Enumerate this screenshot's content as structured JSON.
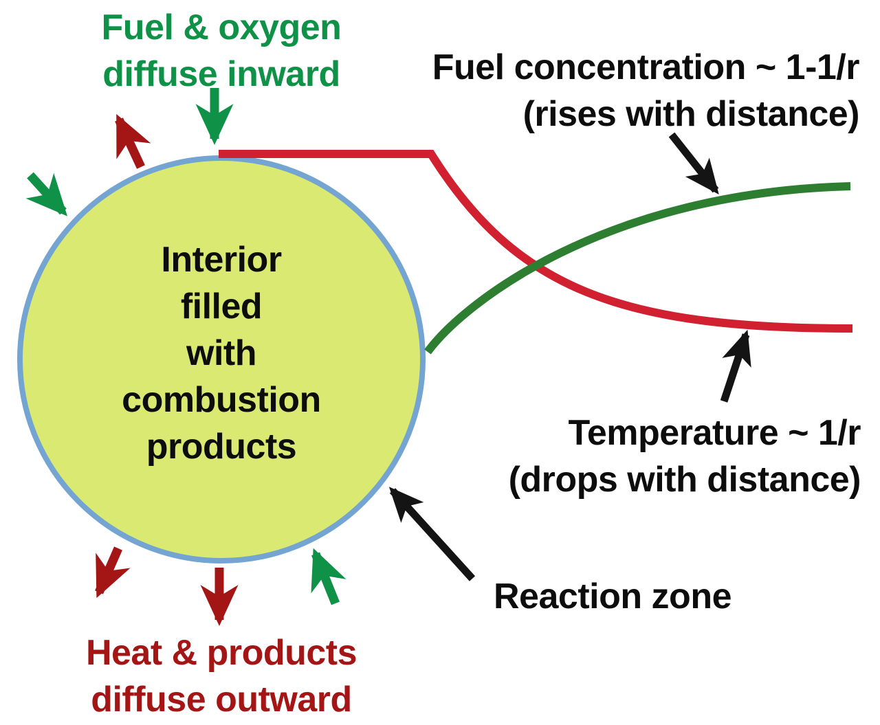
{
  "diagram": {
    "title": "Diffusion flame structure diagram",
    "labels": {
      "fuel_oxygen": {
        "line1": "Fuel & oxygen",
        "line2": "diffuse inward"
      },
      "fuel_concentration": {
        "line1": "Fuel concentration ~ 1-1/r",
        "line2": "(rises with distance)"
      },
      "interior": {
        "line1": "Interior",
        "line2": "filled",
        "line3": "with",
        "line4": "combustion",
        "line5": "products"
      },
      "temperature": {
        "line1": "Temperature ~ 1/r",
        "line2": "(drops with distance)"
      },
      "reaction_zone": {
        "text": "Reaction zone"
      },
      "heat_products": {
        "line1": "Heat & products",
        "line2": "diffuse outward"
      }
    },
    "circle": {
      "meaning": "reaction zone boundary around interior",
      "fill": "#d9e972",
      "stroke": "#74a4d2"
    },
    "curves": [
      {
        "name": "fuel-concentration-curve",
        "relation": "~ 1-1/r",
        "trend": "rises with distance, flattens far from flame",
        "color": "#2e7e31"
      },
      {
        "name": "temperature-curve",
        "relation": "~ 1/r",
        "trend": "flat at flame surface then drops with distance, flattens far away",
        "color": "#d1202f"
      }
    ],
    "arrows": {
      "inward": {
        "meaning": "fuel & oxygen diffuse inward",
        "color": "#0f9147",
        "count": 3
      },
      "outward": {
        "meaning": "heat & products diffuse outward",
        "color": "#a41616",
        "count": 3
      },
      "pointers": {
        "meaning": "black callout arrows to green curve, red curve, and reaction zone",
        "color": "#141414",
        "count": 3
      }
    }
  }
}
